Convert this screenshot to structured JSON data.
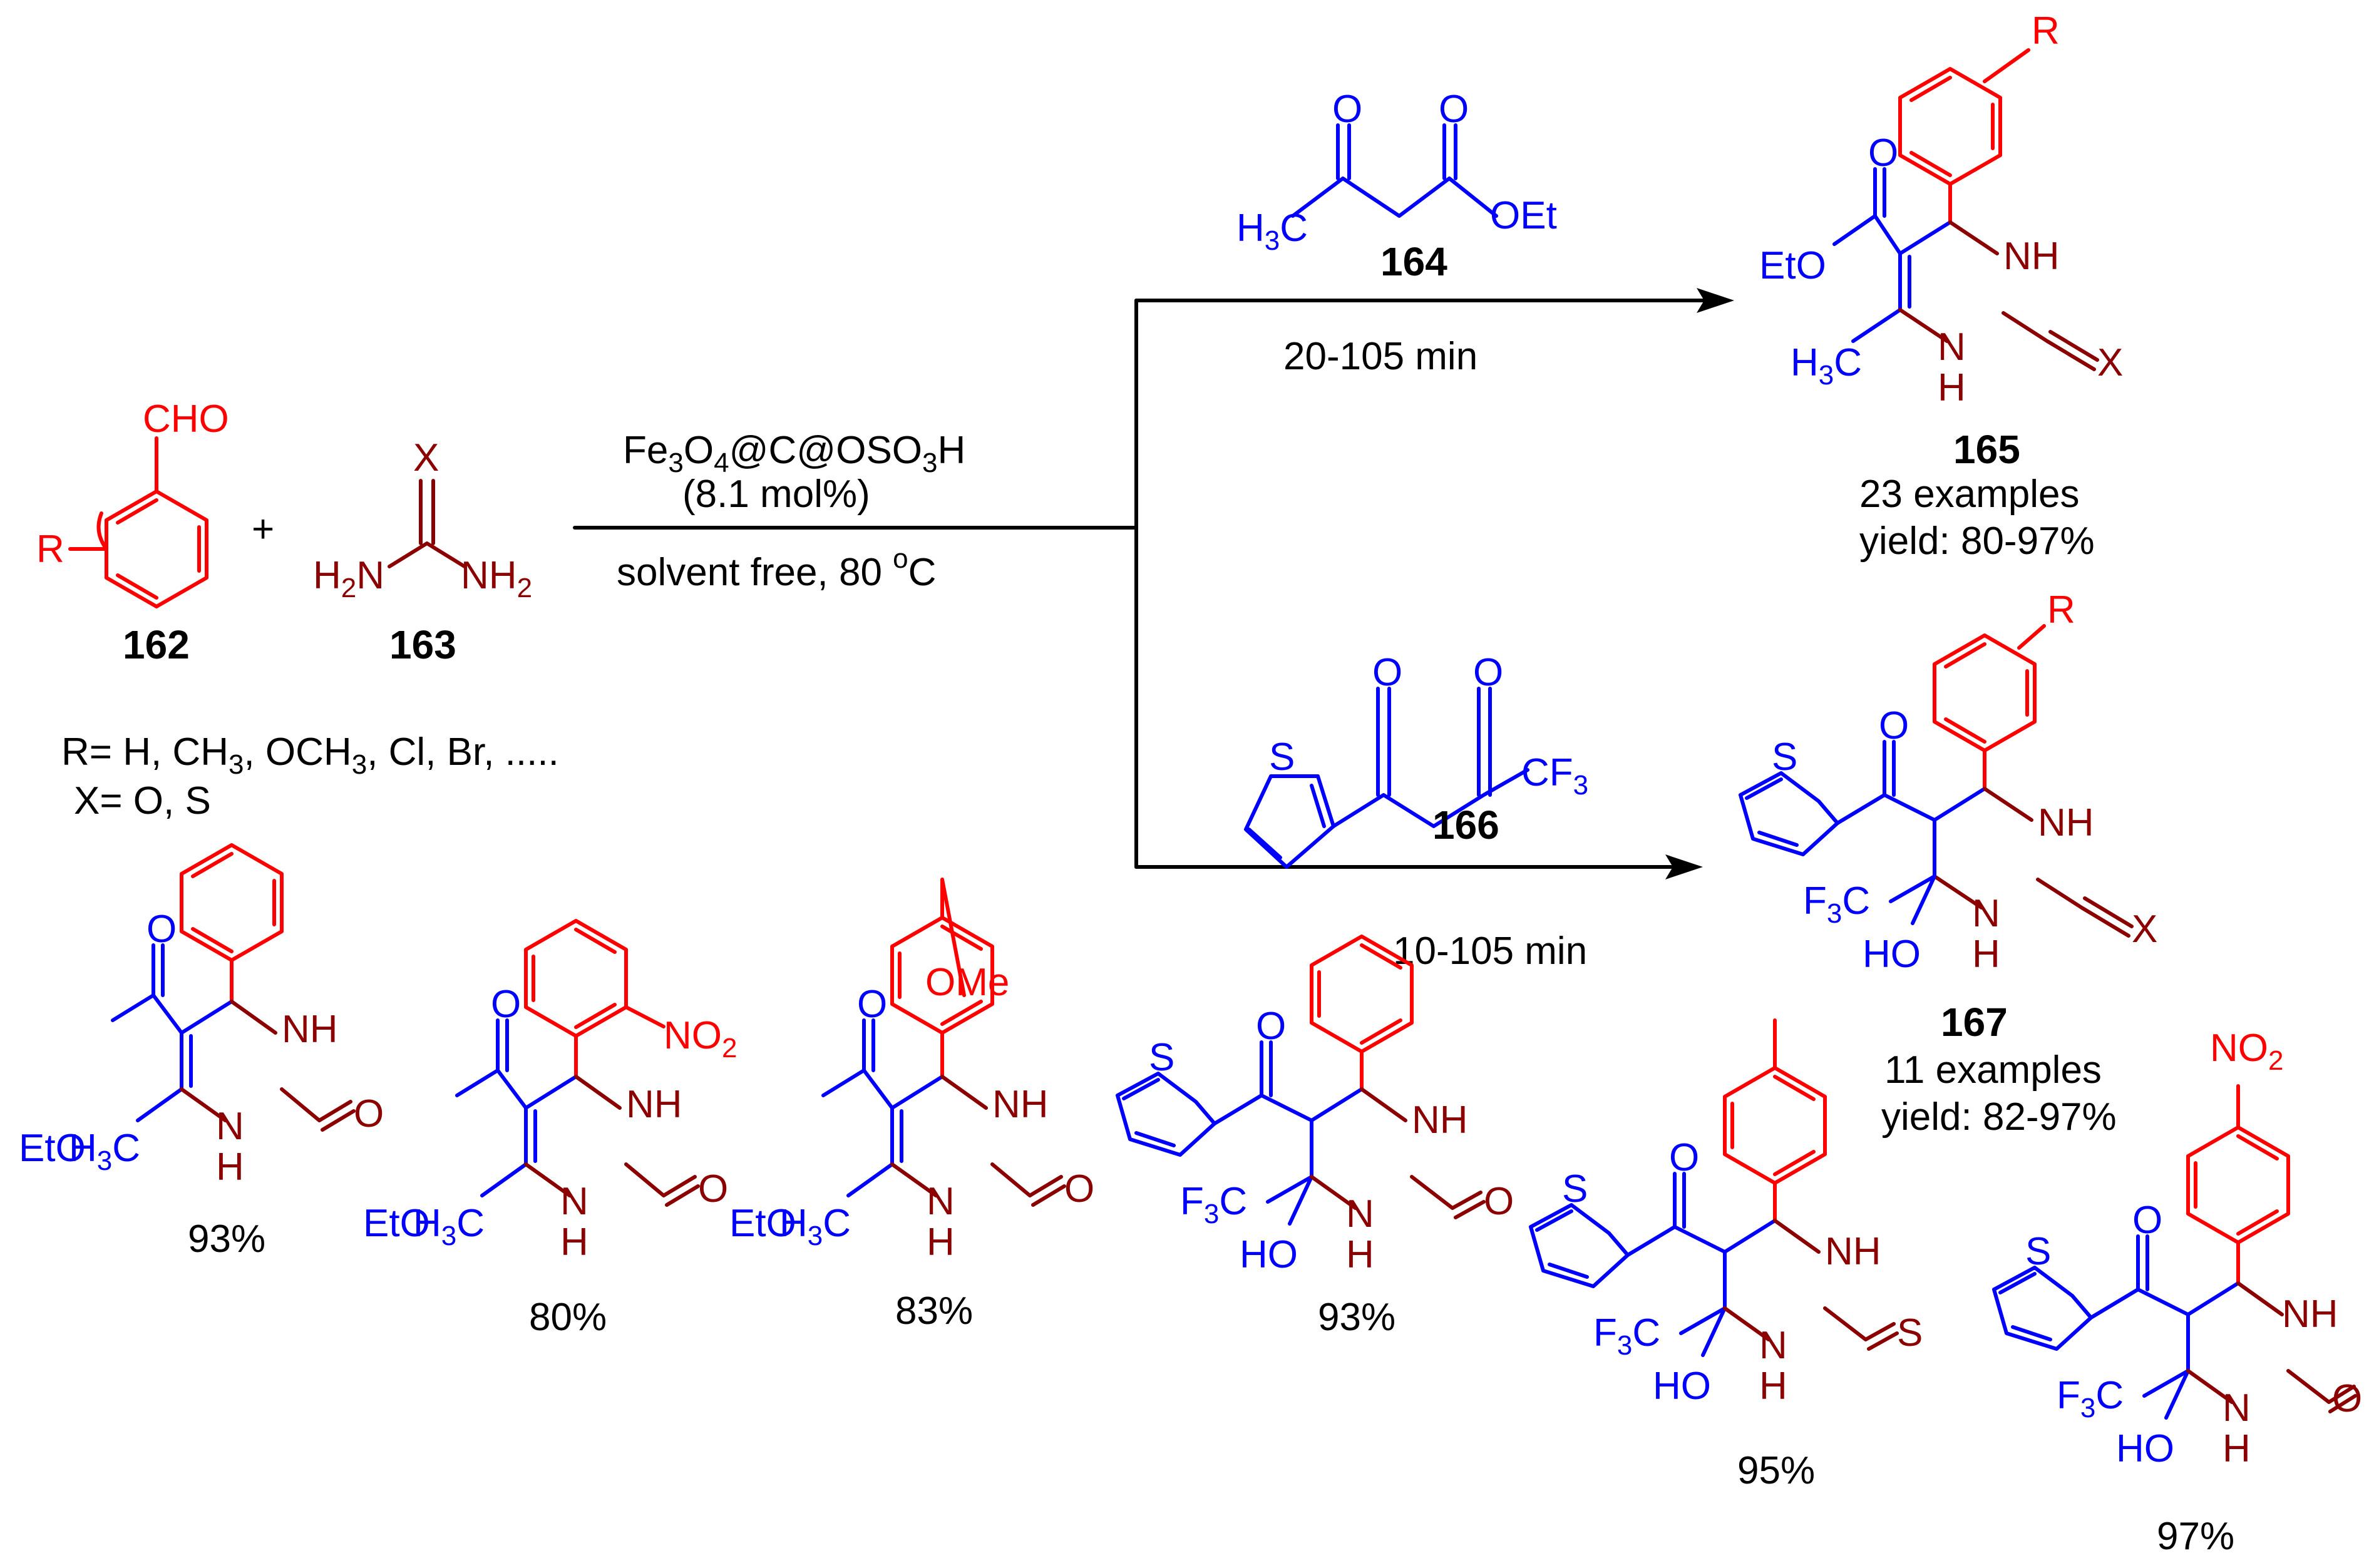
{
  "colors": {
    "aldehyde": "#ff0000",
    "urea": "#8b0000",
    "dicarbonyl": "#0000ff",
    "text": "#000000"
  },
  "reactants": {
    "aldehyde": {
      "label": "162",
      "cho": "CHO",
      "r": "R"
    },
    "urea": {
      "label": "163",
      "x": "X",
      "nh2_left_h": "H",
      "nh2_left_sub": "2",
      "nh2_left_n": "N",
      "nh2_right": "NH",
      "nh2_right_sub": "2"
    },
    "plus": "+",
    "r_groups": {
      "prefix": "R= H, CH",
      "sub1": "3",
      "mid": ", OCH",
      "sub2": "3",
      "suffix": ", Cl, Br, .....",
      "x_line": "X= O, S"
    }
  },
  "catalyst": {
    "line1_a": "Fe",
    "line1_s1": "3",
    "line1_b": "O",
    "line1_s2": "4",
    "line1_c": "@C@OSO",
    "line1_s3": "3",
    "line1_d": "H",
    "line2": "(8.1 mol%)",
    "line3_a": "solvent free, 80 ",
    "line3_sup": "o",
    "line3_b": "C"
  },
  "upper_path": {
    "reagent_label": "164",
    "time": "20-105 min",
    "product_label": "165",
    "examples": "23 examples",
    "yield": "yield: 80-97%"
  },
  "lower_path": {
    "reagent_label": "166",
    "time": "10-105 min",
    "product_label": "167",
    "examples": "11 examples",
    "yield": "yield: 82-97%"
  },
  "atoms": {
    "O": "O",
    "OEt": "OEt",
    "EtO": "EtO",
    "H3C_a": "H",
    "H3C_sub": "3",
    "H3C_b": "C",
    "NH": "NH",
    "N": "N",
    "H": "H",
    "X": "X",
    "R": "R",
    "S": "S",
    "CF3_a": "CF",
    "CF3_sub": "3",
    "F3C_a": "F",
    "F3C_sub": "3",
    "F3C_b": "C",
    "HO": "HO",
    "OMe": "OMe",
    "NO2_a": "NO",
    "NO2_sub": "2"
  },
  "examples": [
    {
      "yield": "93%"
    },
    {
      "yield": "80%"
    },
    {
      "yield": "83%"
    },
    {
      "yield": "93%"
    },
    {
      "yield": "95%"
    },
    {
      "yield": "97%"
    }
  ]
}
